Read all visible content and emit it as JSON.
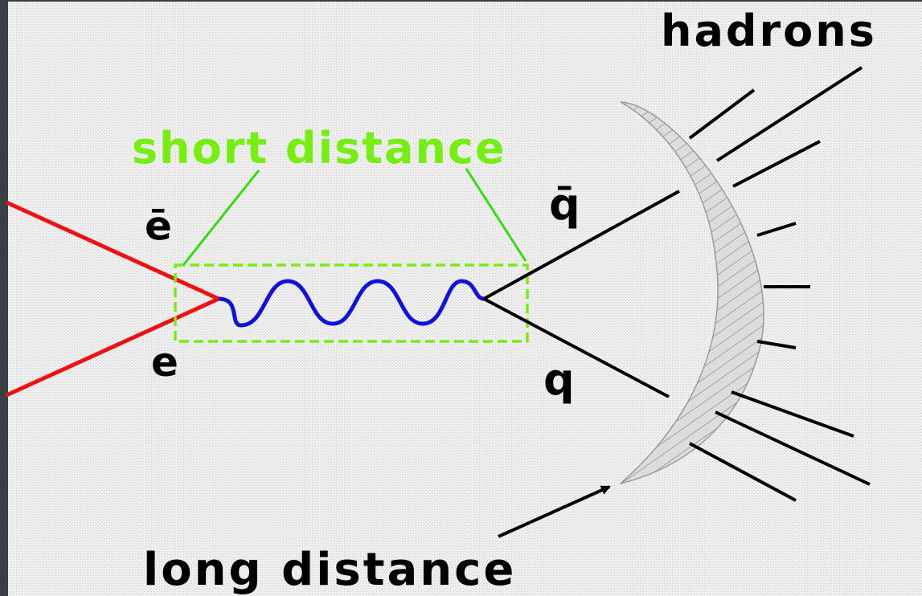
{
  "labels": {
    "hadrons": "hadrons",
    "short_distance": "short distance",
    "long_distance": "long distance",
    "e_bar": "ē",
    "e": "e",
    "q_bar": "q̄",
    "q": "q"
  },
  "colors": {
    "frame": "#3a3f44",
    "paper": "#e9e9e9",
    "electron_lines": "#ee1111",
    "photon": "#1111dd",
    "short_distance": "#77ee11",
    "quark_lines": "#000000",
    "hadron_shell": "#dadada"
  }
}
